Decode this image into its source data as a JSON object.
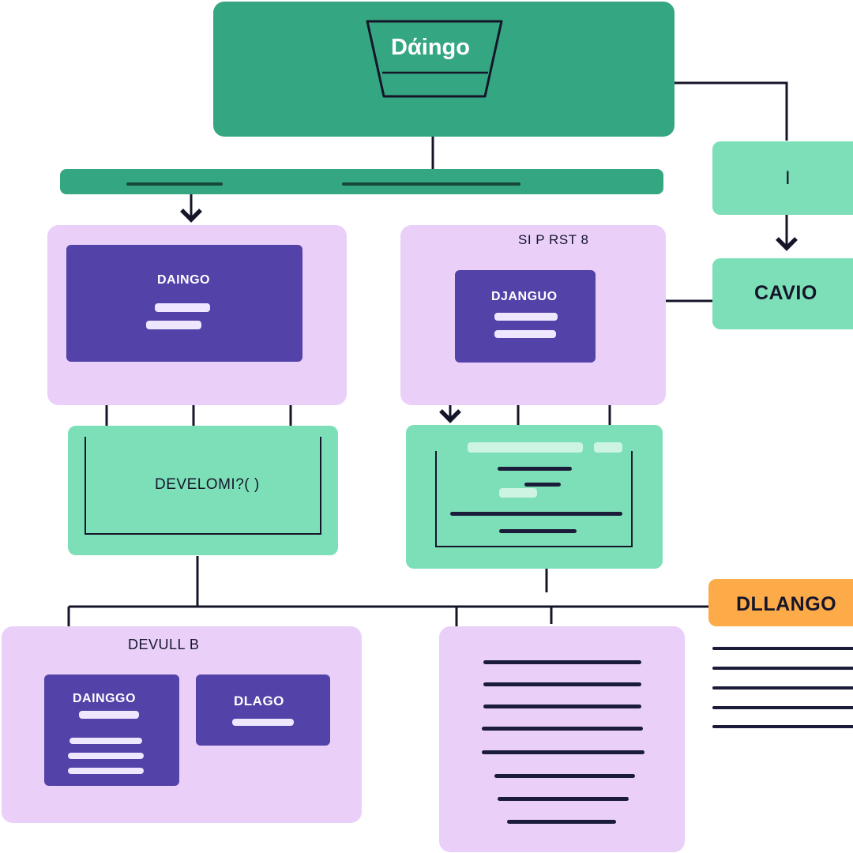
{
  "header": {
    "logo_text": "Dάingo"
  },
  "right_column": {
    "top_box_label": "I",
    "middle_box_label": "CAVIO",
    "orange_label": "DLLANGO"
  },
  "panels": {
    "left": {
      "card_title": "DAINGO"
    },
    "center": {
      "caption": "SI P RST 8",
      "card_title": "DJANGUO"
    }
  },
  "green_boxes": {
    "left_label": "DEVELOMI?( )"
  },
  "bottom_left": {
    "caption": "DEVULL B",
    "card_a_title": "DAINGGO",
    "card_b_title": "DLAGO"
  },
  "colors": {
    "dark_green": "#35a682",
    "mint": "#7ddfb8",
    "lilac": "#ead0f8",
    "purple": "#5342a8",
    "orange": "#fcab48",
    "ink": "#15152a"
  }
}
